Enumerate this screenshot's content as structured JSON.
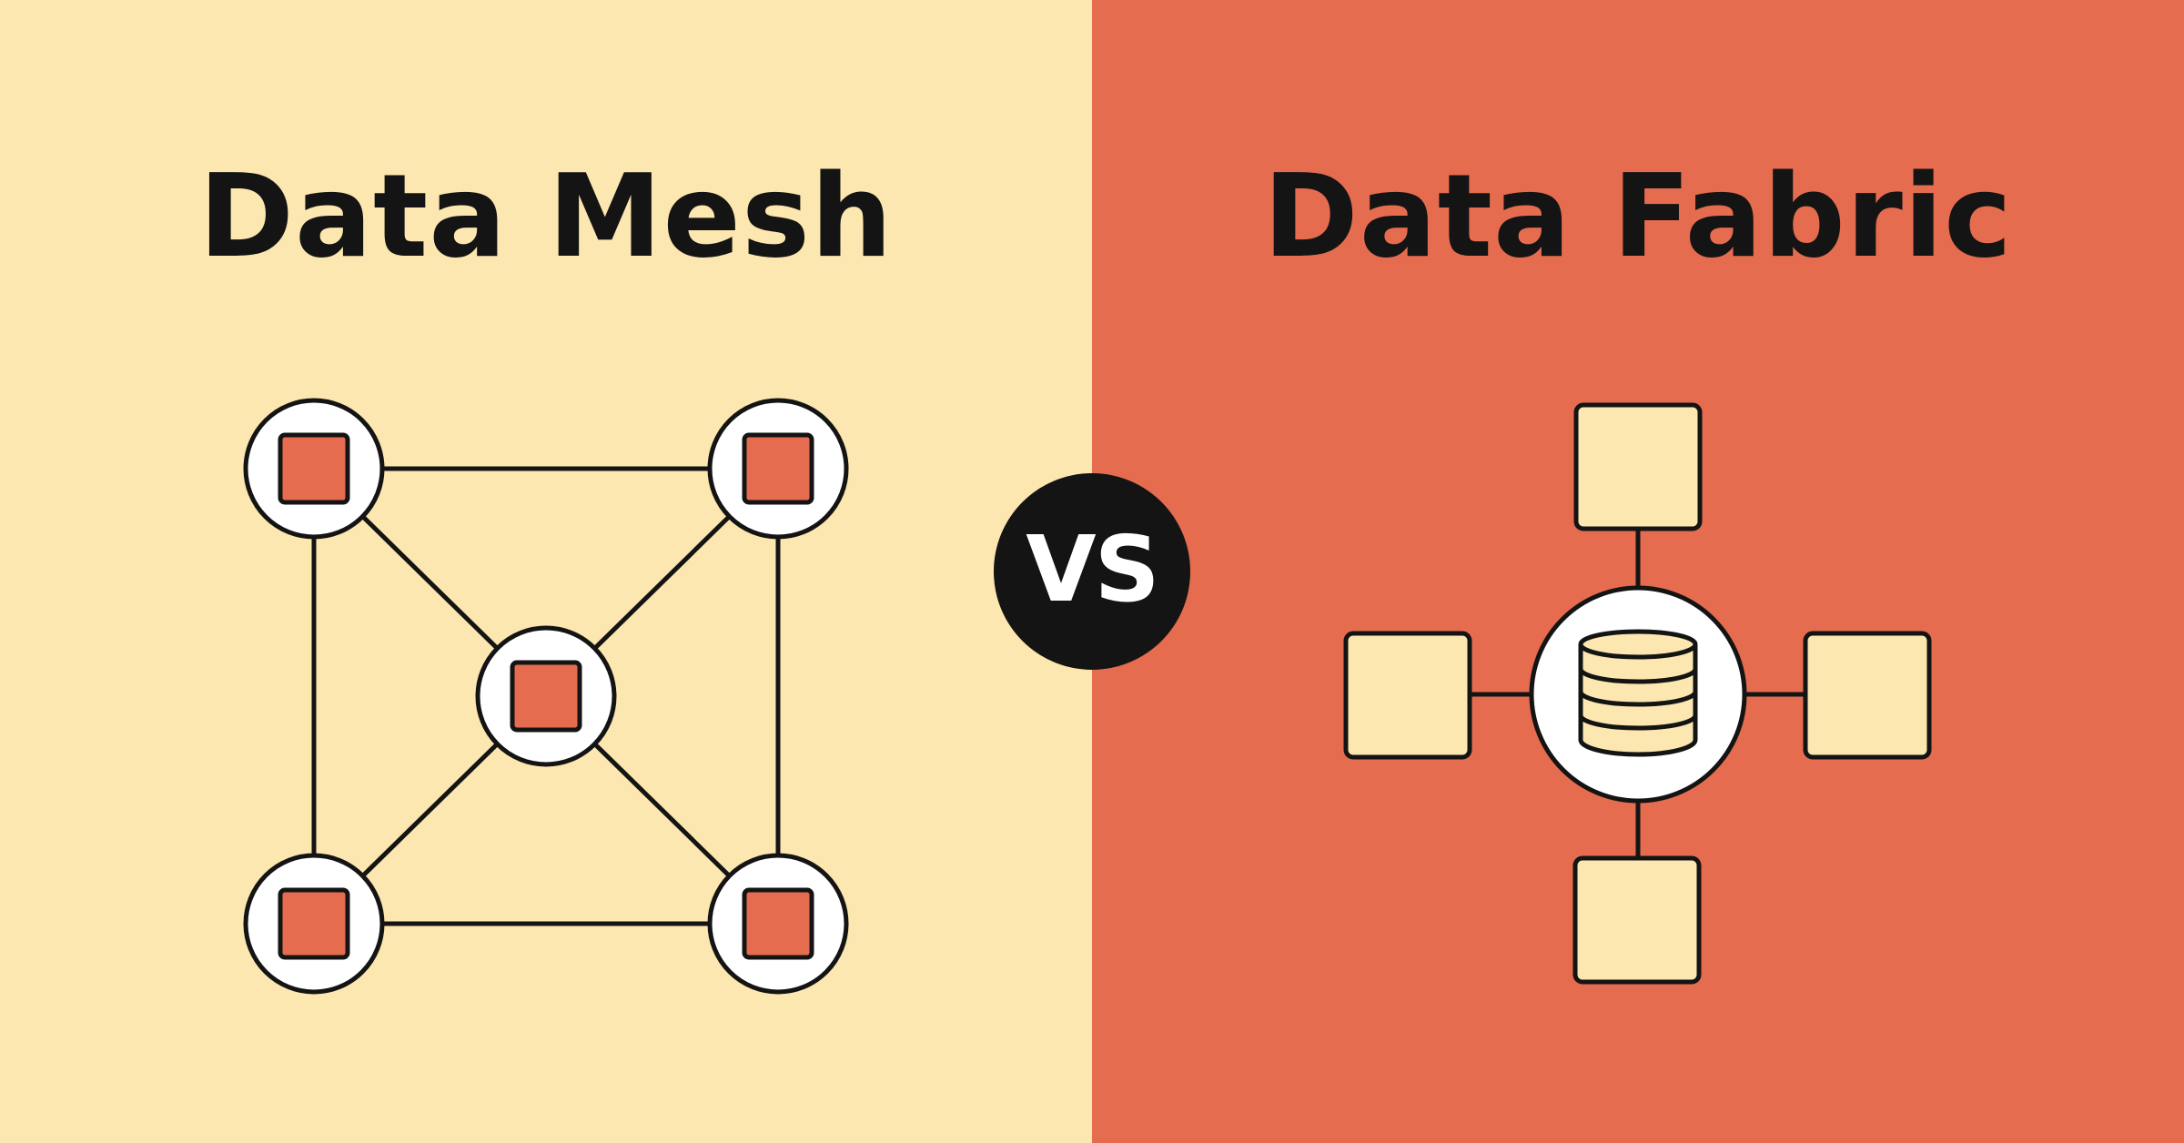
{
  "left": {
    "title": "Data Mesh",
    "background": "#fde7b0"
  },
  "right": {
    "title": "Data Fabric",
    "background": "#e56c4f"
  },
  "vs_badge": {
    "label": "VS"
  },
  "colors": {
    "ink": "#141414",
    "node_fill": "#ffffff",
    "mesh_square": "#e56c4f",
    "fabric_square": "#fde7b0"
  },
  "icons": {
    "mesh_node": "circle-with-square-icon",
    "fabric_hub": "database-icon",
    "fabric_source": "square-icon"
  }
}
